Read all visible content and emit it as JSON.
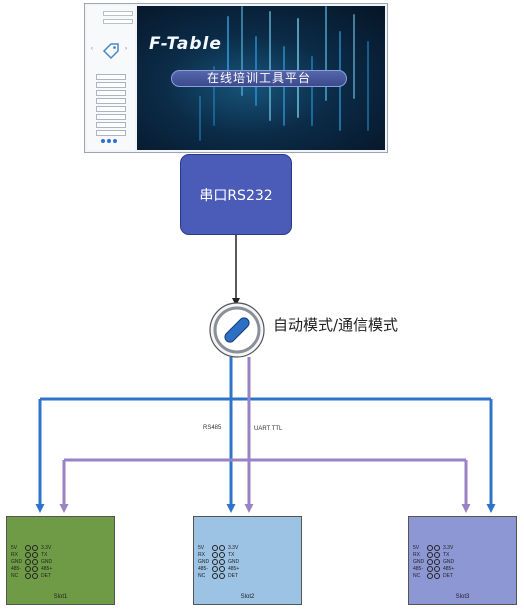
{
  "window": {
    "side": {
      "field1_label": "",
      "field1_value": "",
      "field2_label": "",
      "field2_value": "",
      "button_label": "",
      "caption": "",
      "menu_items": [
        "",
        "",
        "",
        "",
        "",
        "",
        "",
        ""
      ]
    },
    "banner": {
      "title": "F-Table",
      "subtitle": "在线培训工具平台"
    }
  },
  "rs232_label": "串口RS232",
  "switch_label": "自动模式/通信模式",
  "bus_labels": {
    "rs485": "RS485",
    "uart": "UART TTL"
  },
  "pin_labels_left": [
    "5V",
    "RX",
    "GND",
    "485-",
    "NC"
  ],
  "pin_labels_right": [
    "3.3V",
    "TX",
    "GND",
    "485+",
    "DET"
  ],
  "slots": [
    {
      "name": "Slot1",
      "color": "#6f9b46"
    },
    {
      "name": "Slot2",
      "color": "#9cc2e4"
    },
    {
      "name": "Slot3",
      "color": "#8d97d4"
    }
  ],
  "colors": {
    "rs485_line": "#2f74c8",
    "uart_line": "#9a82c6",
    "rs232_fill": "#4a5bb8",
    "arrow": "#222222"
  }
}
